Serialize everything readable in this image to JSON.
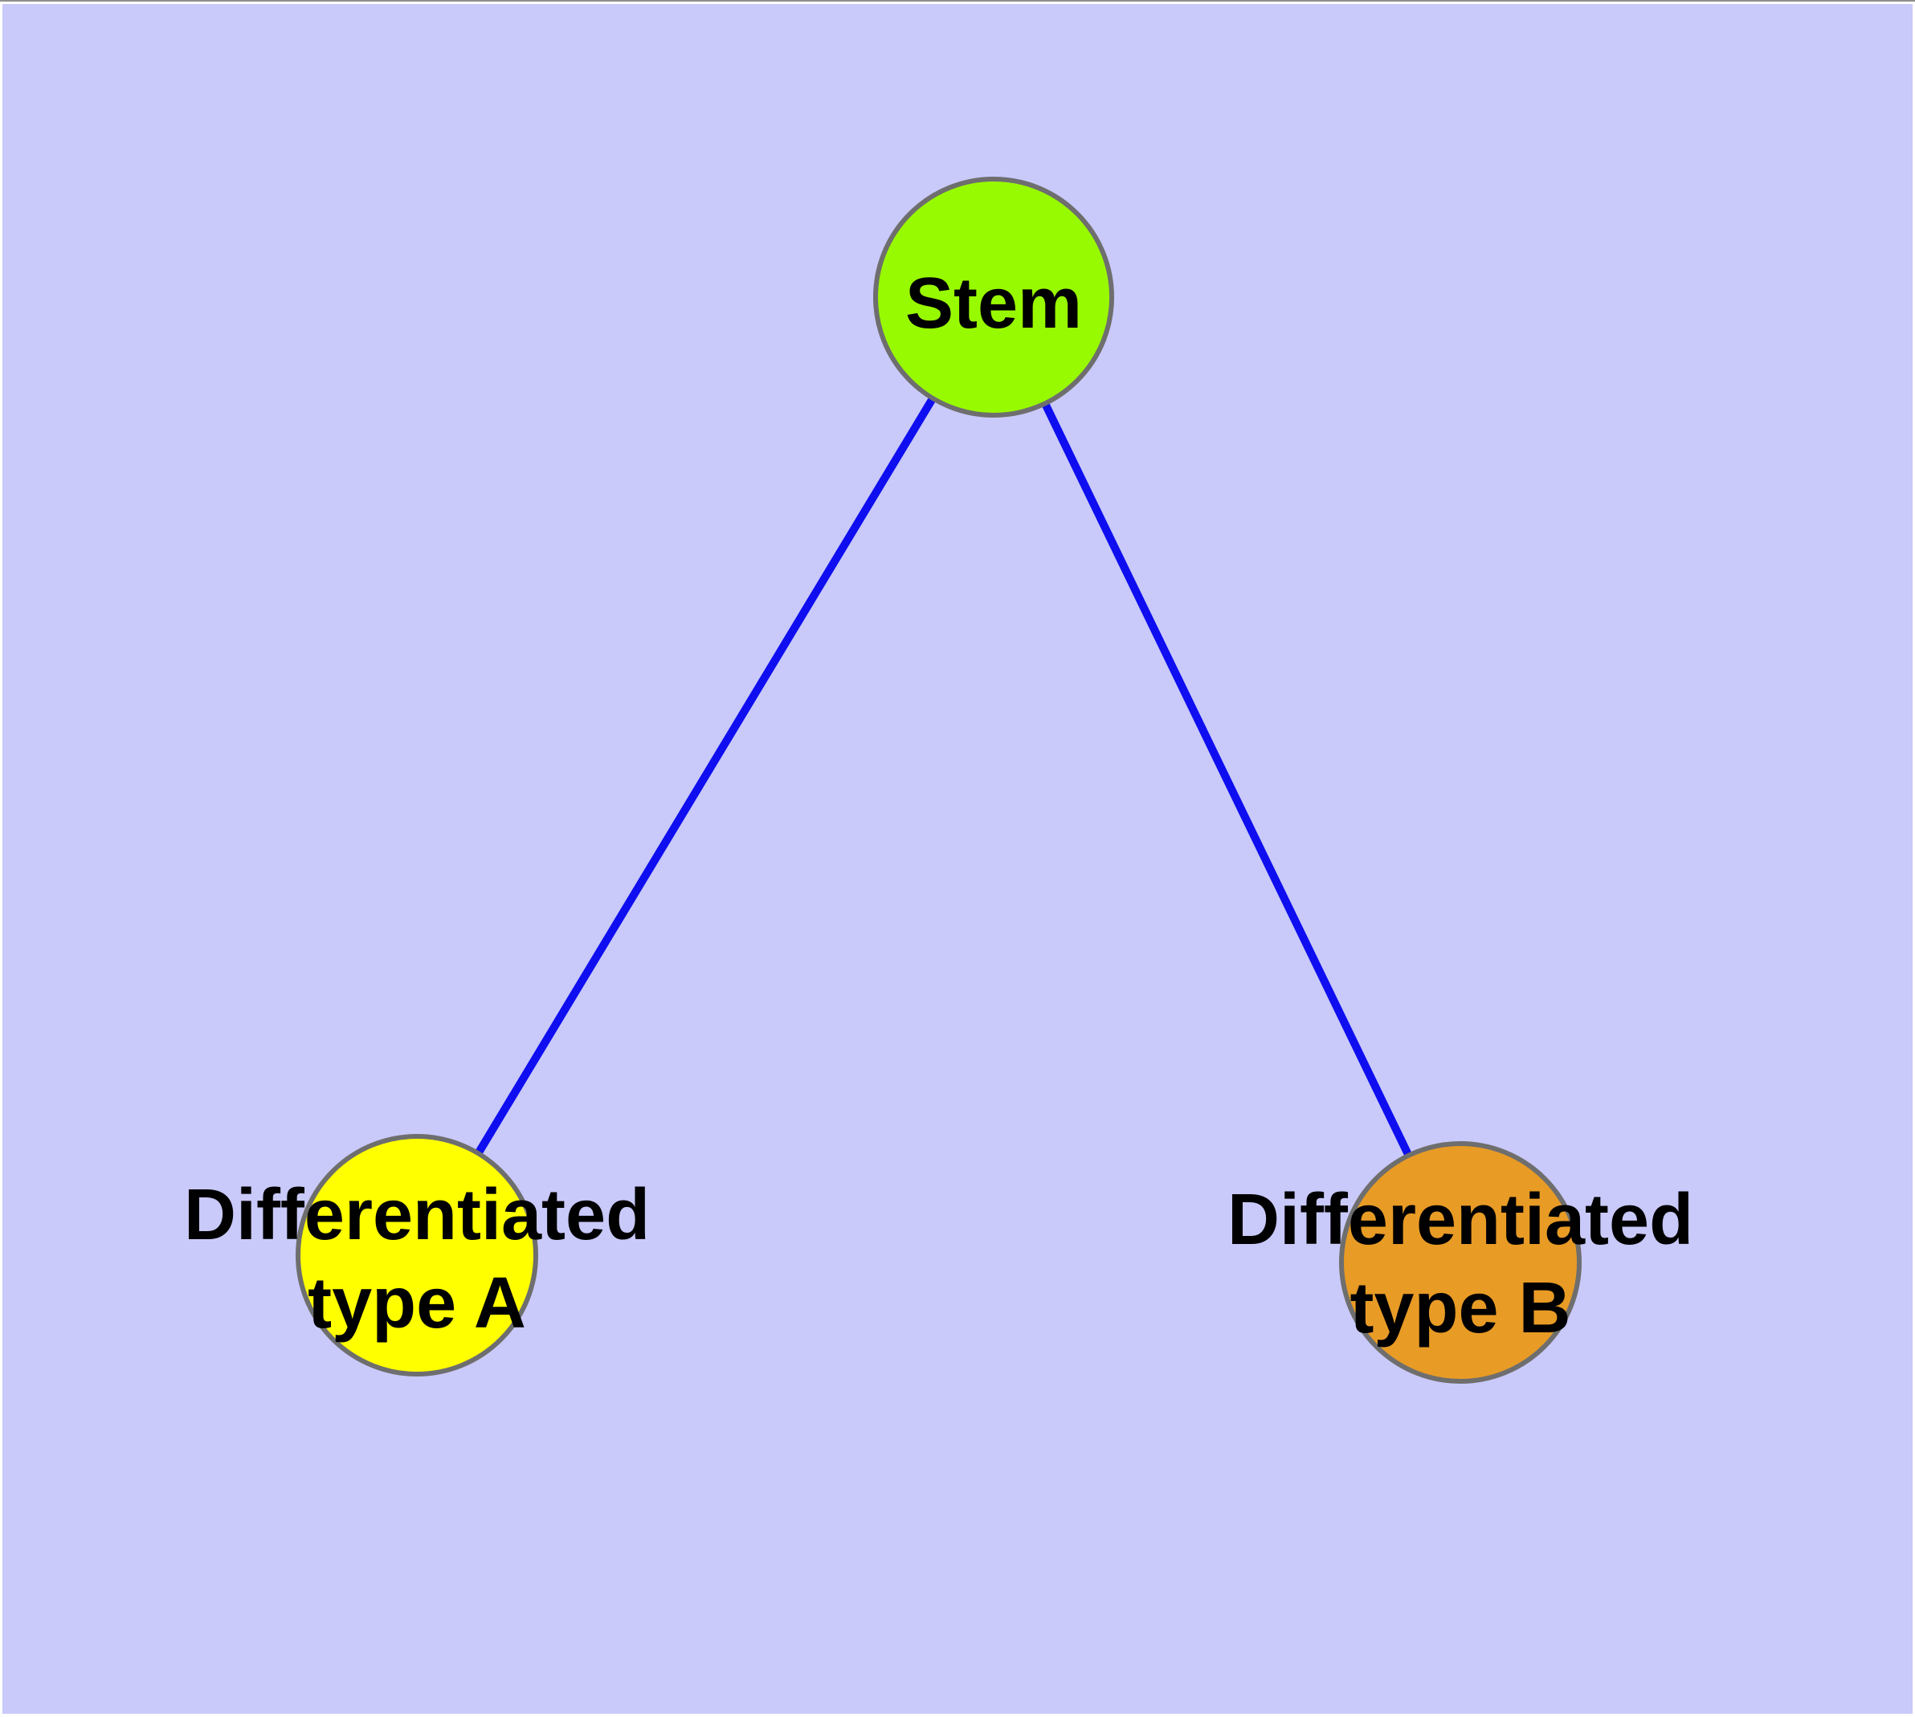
{
  "canvas": {
    "background": "#c9c9fa",
    "frame_line": "#8f8f8f"
  },
  "edges": {
    "color": "#0e0ef0"
  },
  "nodes": {
    "stem": {
      "label": "Stem",
      "fill": "#98fa00",
      "border": "#6e6e6e"
    },
    "type_a": {
      "label": "Differentiated\ntype A",
      "fill": "#ffff00",
      "border": "#6e6e6e"
    },
    "type_b": {
      "label": "Differentiated\ntype B",
      "fill": "#e89b25",
      "border": "#6e6e6e"
    }
  }
}
